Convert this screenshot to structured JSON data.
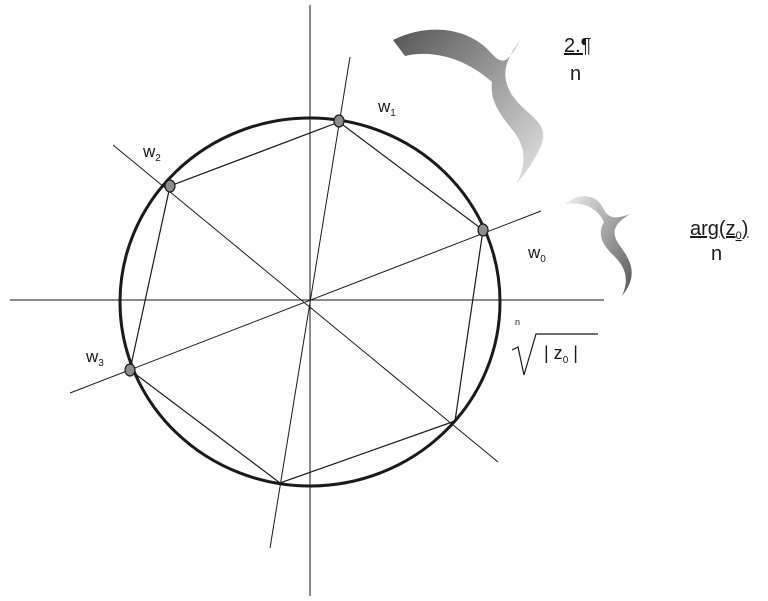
{
  "points": [
    {
      "id": "w0",
      "base": "w",
      "sub": "0"
    },
    {
      "id": "w1",
      "base": "w",
      "sub": "1"
    },
    {
      "id": "w2",
      "base": "w",
      "sub": "2"
    },
    {
      "id": "w3",
      "base": "w",
      "sub": "3"
    }
  ],
  "angle_step": {
    "numerator": "2.¶",
    "denominator": "n"
  },
  "initial_angle": {
    "num_prefix": "arg(z",
    "num_sub": "0",
    "num_suffix": ")",
    "denominator": "n"
  },
  "radius": {
    "root_index": "n",
    "inner_prefix": "| z",
    "inner_sub": "0",
    "inner_suffix": " |"
  },
  "colors": {
    "stroke": "#1a1a1a",
    "brace_gradient_dark": "#555555",
    "brace_gradient_light": "#e6e6e6",
    "point_fill": "#8c8c8c"
  }
}
